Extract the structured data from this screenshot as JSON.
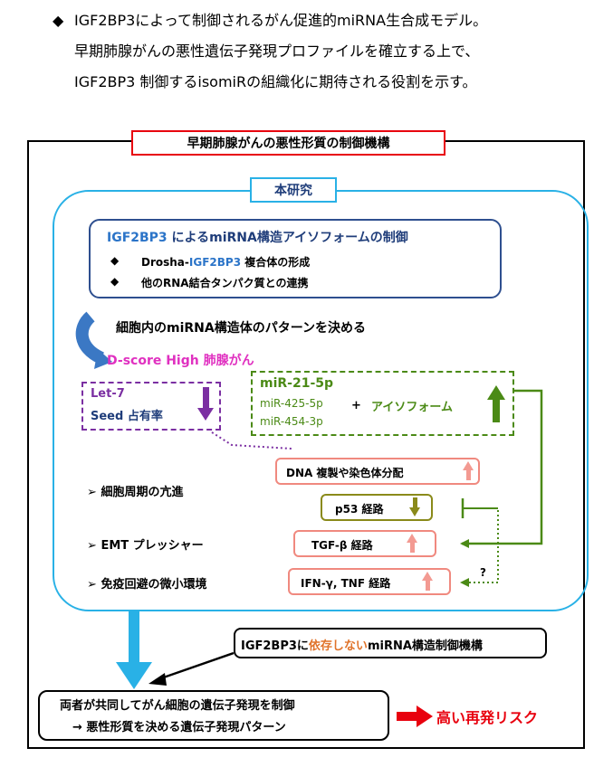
{
  "header": {
    "bullet": "◆",
    "line1": "IGF2BP3によって制御されるがん促進的miRNA生合成モデル。",
    "line2": "早期肺腺がんの悪性遺伝子発現プロファイルを確立する上で、",
    "line3": "IGF2BP3 制御するisomiRの組織化に期待される役割を示す。"
  },
  "frame": {
    "title": "早期肺腺がんの悪性形質の制御機構"
  },
  "study": {
    "label": "本研究",
    "inner": {
      "title_a": "IGF2BP3",
      "title_b": " によるmiRNA構造アイソフォームの制御",
      "bullet1_a": "Drosha-",
      "bullet1_b": "IGF2BP3",
      "bullet1_c": " 複合体の形成",
      "bullet2": "他のRNA結合タンパク質との連携",
      "diamond": "◆"
    },
    "pattern": "細胞内のmiRNA構造体のパターンを決める",
    "dscore": "D-score High 肺腺がん",
    "let7": {
      "line1": "Let-7",
      "line2": "Seed 占有率"
    },
    "mirs": {
      "m1": "miR-21-5p",
      "m2": "miR-425-5p",
      "m3": "miR-454-3p",
      "plus": "+",
      "iso": "アイソフォーム"
    },
    "effects": {
      "cell_cycle": "細胞周期の亢進",
      "emt": "EMT プレッシャー",
      "immune": "免疫回避の微小環境",
      "marker": "➢"
    },
    "pathways": {
      "dna": "DNA 複製や染色体分配",
      "p53": "p53 経路",
      "tgf": "TGF-β 経路",
      "ifn": "IFN-γ, TNF 経路",
      "question": "?"
    }
  },
  "independent": {
    "a": "IGF2BP3に",
    "b": "依存しない",
    "c": "miRNA構造制御機構"
  },
  "result": {
    "line1": "両者が共同してがん細胞の遺伝子発現を制御",
    "line2": "→ 悪性形質を決める遺伝子発現パターン"
  },
  "risk": "高い再発リスク",
  "colors": {
    "cyan": "#29b1e6",
    "navy": "#2e4f8f",
    "red": "#e8000e",
    "green": "#4b8a16",
    "purple": "#7b2fa2",
    "pink_border": "#f0897f",
    "olive": "#8a8a1a",
    "magenta": "#e030c0",
    "blue_text": "#2b74c8",
    "orange": "#e0732a"
  }
}
